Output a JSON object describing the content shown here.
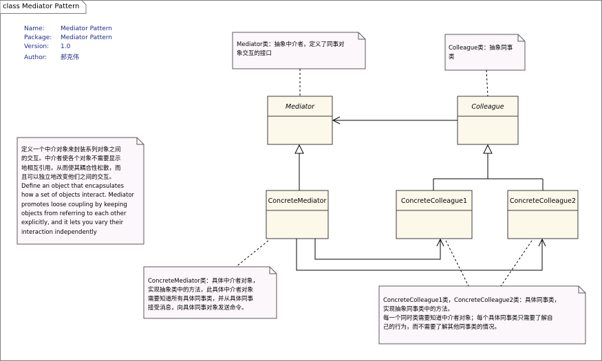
{
  "frame_title": "class Mediator Pattern",
  "meta": {
    "name_label": "Name:",
    "name_value": "Mediator Pattern",
    "package_label": "Package:",
    "package_value": "Mediator Pattern",
    "version_label": "Version:",
    "version_value": "1.0",
    "author_label": "Author:",
    "author_value": "郝克伟"
  },
  "classes": {
    "mediator": "Mediator",
    "colleague": "Colleague",
    "concrete_mediator": "ConcreteMediator",
    "concrete_colleague1": "ConcreteColleague1",
    "concrete_colleague2": "ConcreteColleague2"
  },
  "notes": {
    "mediator": "Mediator类：抽象中介者，定义了同事对\n象交互的接口",
    "colleague": "Colleague类：抽象同事\n类",
    "intent": "定义一个中介对象来封装系列对象之间\n的交互。中介者使各个对象不需要显示\n地相互引用，从而使其耦合性松散，而\n且可以独立地改变他们之间的交互。\nDefine an object that encapsulates\nhow a set of objects interact. Mediator\npromotes loose coupling by keeping\nobjects from referring to each other\nexplicitly, and it lets you vary their\ninteraction independently",
    "concrete_mediator": "ConcreteMediator类：具体中介者对象，\n实现抽象类中的方法，此具体中介者对象\n需要知道所有具体同事类，并从具体同事\n接受消息，向具体同事对象发送命令。",
    "concrete_colleagues": "ConcreteColleague1类，ConcreteColleague2类：具体同事类，\n实现抽象同事类中的方法。\n每一个同时类需要知道中介者对象；每个具体同事类只需要了解自\n己的行为，而不需要了解其他同事类的情况。"
  },
  "colors": {
    "class_fill": "#fcf8ea",
    "class_stroke": "#3a3a3a",
    "note_fill": "#fbf7fb",
    "note_stroke": "#5a5a5a",
    "meta_text": "#1f2a8c"
  }
}
